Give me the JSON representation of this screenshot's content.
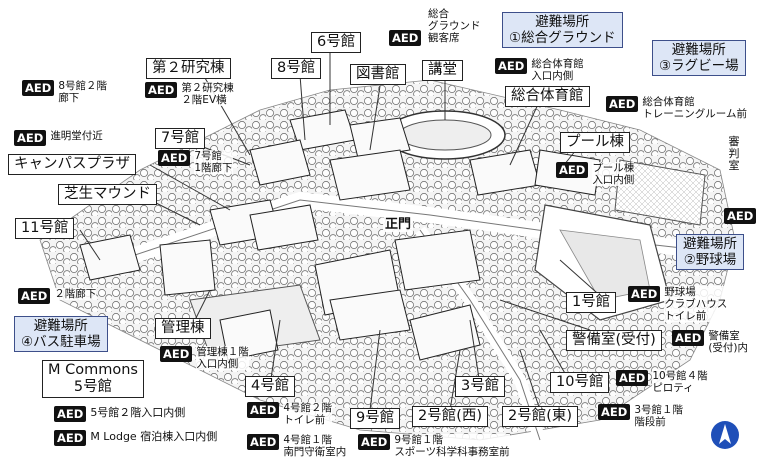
{
  "buildings": {
    "gou6": "6号館",
    "kenkyu2": "第２研究棟",
    "gou8": "8号館",
    "library": "図書館",
    "kodo": "講堂",
    "gym": "総合体育館",
    "gou7": "7号館",
    "plaza": "キャンパスプラザ",
    "pool": "プール棟",
    "mound": "芝生マウンド",
    "gou11": "11号館",
    "gate": "正門",
    "kanri": "管理棟",
    "gou1": "1号館",
    "keibi": "警備室(受付)",
    "mcommons1": "M Commons",
    "mcommons2": "5号館",
    "gou4": "4号館",
    "gou3": "3号館",
    "gou10": "10号館",
    "gou9": "9号館",
    "gou2w": "2号館(西)",
    "gou2e": "2号館(東)",
    "ground_kanja": [
      "総合",
      "グラウンド",
      "観客席"
    ],
    "shinsa": "審判室"
  },
  "evacuation": [
    {
      "line1": "避難場所",
      "line2": "①総合グラウンド"
    },
    {
      "line1": "避難場所",
      "line2": "③ラグビー場"
    },
    {
      "line1": "避難場所",
      "line2": "②野球場"
    },
    {
      "line1": "避難場所",
      "line2": "④バス駐車場"
    }
  ],
  "aed_badge": "AED",
  "aed": {
    "gou8": [
      "8号館２階",
      "廊下"
    ],
    "kenkyu2": [
      "第２研究棟",
      "２階EV横"
    ],
    "meikyodo": [
      "進明堂付近"
    ],
    "gou7": [
      "7号館",
      "1階廊下"
    ],
    "gym_entrance": [
      "総合体育館",
      "入口内側"
    ],
    "gym_training": [
      "総合体育館",
      "トレーニングルーム前"
    ],
    "pool": [
      "プール棟",
      "入口内側"
    ],
    "rugby": [
      ""
    ],
    "gou2f": [
      "２階廊下"
    ],
    "baseball": [
      "野球場",
      "クラブハウス",
      "トイレ前"
    ],
    "kanri": [
      "管理棟１階",
      "入口内側"
    ],
    "keibi": [
      "警備室",
      "(受付)内"
    ],
    "gou10": [
      "10号館４階",
      "ピロティ"
    ],
    "gou3": [
      "3号館１階",
      "階段前"
    ],
    "gou4_2f": [
      "4号館２階",
      "トイレ前"
    ],
    "gou4_1f": [
      "4号館１階",
      "南門守衛室内"
    ],
    "gou9": [
      "9号館１階",
      "スポーツ科学科事務室前"
    ],
    "gou5": [
      "5号館２階入口内側"
    ],
    "mlodge": [
      "M Lodge 宿泊棟入口内側"
    ]
  },
  "colors": {
    "evac_bg": "#dde6f6",
    "evac_border": "#3d4f8a",
    "aed_badge": "#111111",
    "compass": "#1f4fb8"
  }
}
